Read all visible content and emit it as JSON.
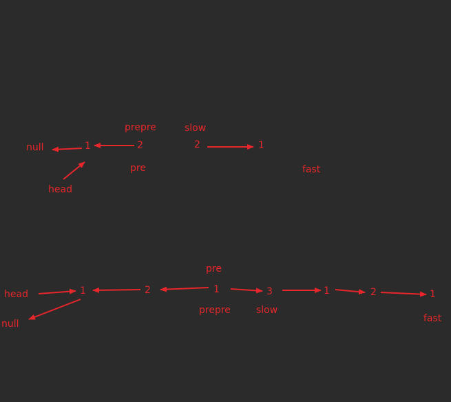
{
  "colors": {
    "background": "#2b2b2b",
    "ink": "#e8262b"
  },
  "diagram1": {
    "null_label": "null",
    "node_1": "1",
    "node_2": "2",
    "node_2b": "2",
    "node_1b": "1",
    "head_label": "head",
    "prepre_label": "prepre",
    "pre_label": "pre",
    "slow_label": "slow",
    "fast_label": "fast"
  },
  "diagram2": {
    "head_label": "head",
    "null_label": "null",
    "nodes": [
      "1",
      "2",
      "1",
      "3",
      "1",
      "2",
      "1"
    ],
    "pre_label": "pre",
    "prepre_label": "prepre",
    "slow_label": "slow",
    "fast_label": "fast"
  }
}
